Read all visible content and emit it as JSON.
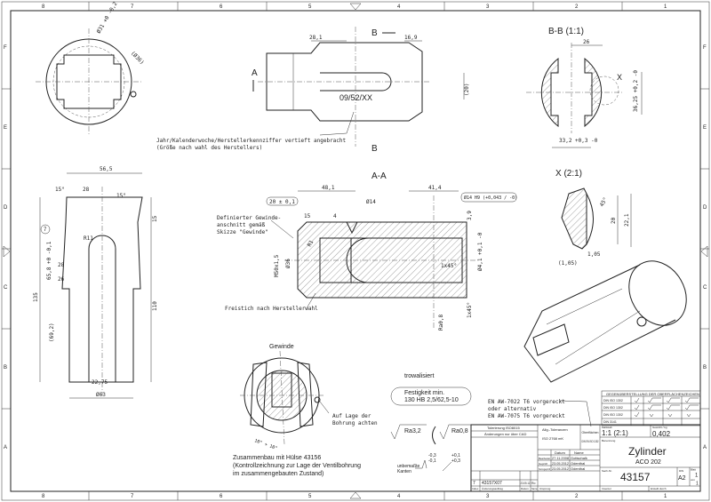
{
  "zones": {
    "cols": [
      "8",
      "7",
      "6",
      "5",
      "4",
      "3",
      "2",
      "1"
    ],
    "rows": [
      "F",
      "E",
      "D",
      "C",
      "B",
      "A"
    ]
  },
  "views": {
    "section_aa": "A-A",
    "section_bb": "B-B (1:1)",
    "detail_x": "X (2:1)",
    "detail_x_mark": "X",
    "cut_a": "A",
    "cut_b": "B",
    "gewinde": "Gewinde"
  },
  "top_view": {
    "marking": "09/52/XX",
    "dim_28_1": "28,1",
    "dim_16_9": "16,9",
    "dim_20": "(20)",
    "dia_36": "(Ø36)",
    "dia_top": "Ø31 +0 -0,2",
    "note_line1": "Jahr/Kalenderwoche/Herstellerkennziffer vertieft angebracht",
    "note_line2": "(Größe nach wahl des Herstellers)"
  },
  "front_view": {
    "dim_56_5": "56,5",
    "dim_28": "28",
    "angle_15a": "15°",
    "angle_15b": "15°",
    "dim_15": "15",
    "r11": "R11",
    "dim_65_8": "65,8 +0 -0,1",
    "dim_135": "135",
    "dim_28b": "28",
    "dim_26": "26",
    "dim_110": "110",
    "dim_69_2": "(69,2)",
    "dim_22_75": "22,75",
    "dia_63": "Ø63",
    "balloon": "7"
  },
  "section": {
    "dim_20": "20 ± 0,1",
    "dim_48_1": "48,1",
    "dim_15": "15",
    "dim_4": "4",
    "dia_14": "Ø14",
    "dim_41_4": "41,4",
    "dia_14h9": "Ø14 H9 (+0,043 / -0)",
    "dim_3_9": "3,9",
    "dia_4_1": "Ø4,1 +0,1 -0",
    "chamfer1": "1x45°",
    "chamfer2": "1x45°",
    "thread": "M50x1,5",
    "dia_36": "Ø36",
    "r1": "R1",
    "ra08": "Ra0,8",
    "note_gewinde": [
      "Definierter Gewinde-",
      "anschnitt gemäß",
      "Skizze \"Gewinde\""
    ],
    "note_freistich": "Freistich nach Herstellerwahl"
  },
  "bb": {
    "dim_26": "26",
    "dim_36_25": "36,25 +0,2 -0",
    "dim_33_2": "33,2 +0,3 -0"
  },
  "x_detail": {
    "angle": "45°",
    "dim_20": "20",
    "dim_22_1": "22,1",
    "dim_1_05": "1,05",
    "dim_1_05b": "(1,05)"
  },
  "assembly": {
    "angle": "10° + 10°",
    "note_bohrung": [
      "Auf Lage der",
      "Bohrung achten"
    ],
    "caption": [
      "Zusammenbau mit Hülse 43156",
      "(Kontrollzeichnung zur Lage der Ventilbohrung",
      "im zusammengebauten Zustand)"
    ]
  },
  "notes": {
    "trowalisiert": "trowalisiert",
    "festigkeit": [
      "Festigkeit min.",
      "130 HB 2,5/62,5-10"
    ],
    "ra32": "Ra3,2",
    "ra08": "Ra0,8",
    "edges_label": [
      "unbemaßte",
      "Kanten"
    ],
    "edge_tol1": [
      "-0,3",
      "-0,1"
    ],
    "edge_tol2": [
      "+0,1",
      "+0,3"
    ],
    "material": [
      "EN AW-7022 T6 vorgereckt",
      "oder alternativ",
      "EN AW-7075 T6 vorgereckt"
    ]
  },
  "surface_table": {
    "title": "GEGENÜBERSTELLUNG DER OBERFLÄCHENZEICHEN",
    "rows": [
      "DIN ISO 1302",
      "DIN ISO 1302",
      "DIN ISO 1302",
      "DIN 3141"
    ]
  },
  "title_block": {
    "tolerancing": "Tolerierung ISO8015",
    "changes_note": "Änderungen nur über CAD",
    "general_tol_label": "Allg.-Toleranzen",
    "general_tol": "ISO 2768 mK",
    "surface_label": "Oberflächen",
    "surface_std": "DIN EN ISO 1302",
    "date_header": "Datum",
    "name_header": "Name",
    "rows": [
      {
        "label": "Bearbeitet",
        "date": "27.11.2008",
        "name": "Gottschalk"
      },
      {
        "label": "Geprüft",
        "date": "23.05.2012",
        "name": "Odenthal"
      },
      {
        "label": "Normgeprüft",
        "date": "23.05.2012",
        "name": "Odenthal"
      }
    ],
    "scale_label": "Maßstab",
    "scale": "1:1 (2:1)",
    "weight_label": "Gewicht / kg",
    "weight": "0,402",
    "designation_label": "Benennung",
    "title": "Zylinder",
    "subtitle": "ACO 202",
    "part_no_label": "Sach-Nr.",
    "part_no": "43157",
    "format_label": "DIN",
    "format": "A2",
    "sheet_label": "Blatt",
    "sheet": "1",
    "sheets_label": "von",
    "sheets": "1",
    "rev_index": "7",
    "rev_order": "43157X07",
    "rev_date": "23.05.12",
    "rev_name": "Ro",
    "col_index": "Index",
    "col_order": "Änderungsauftrag",
    "col_date": "Datum",
    "col_name": "Name",
    "origin_label": "Ursprung",
    "created_by": "Erstellt durch",
    "cad_label": "Inventor"
  }
}
